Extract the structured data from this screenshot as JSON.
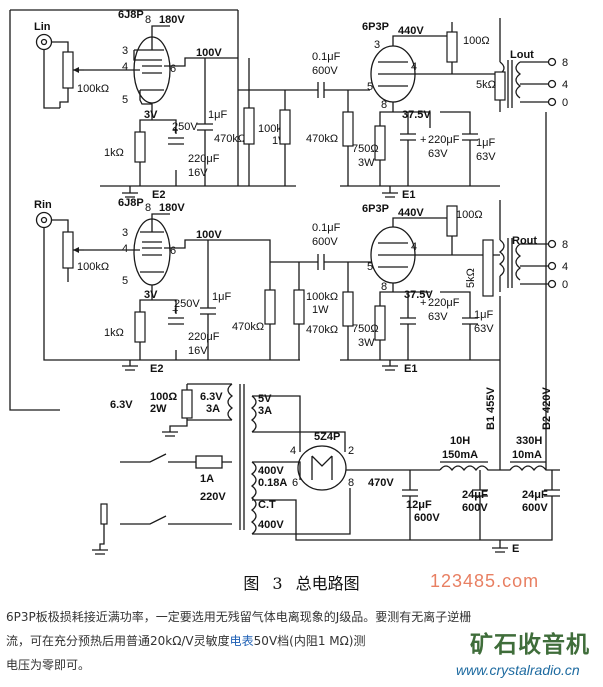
{
  "schematic": {
    "tube_6j8p": "6J8P",
    "tube_6p3p": "6P3P",
    "tube_5z4p": "5Z4P",
    "in_left": "Lin",
    "in_right": "Rin",
    "out_left": "Lout",
    "out_right": "Rout",
    "v180": "180V",
    "v100": "100V",
    "v440": "440V",
    "v37": "37.5V",
    "v3": "3V",
    "v470": "470V",
    "v63": "6.3V",
    "r100k": "100kΩ",
    "r100k1w": "100kΩ",
    "w1": "1W",
    "r470k": "470kΩ",
    "r1k": "1kΩ",
    "r750": "750Ω",
    "w3": "3W",
    "r100": "100Ω",
    "r5k": "5kΩ",
    "c01": "0.1μF",
    "v600": "600V",
    "c1u": "1μF",
    "v250": "250V",
    "c220": "220μF",
    "v16": "16V",
    "v63s": "63V",
    "c12": "12μF",
    "c24": "24μF",
    "tap8": "8",
    "tap4": "4",
    "tap0": "0",
    "gnd_e1": "E1",
    "gnd_e2": "E2",
    "gnd_e": "E",
    "fil_63v": "6.3V",
    "fil_r100": "100Ω",
    "fil_2w": "2W",
    "fil_3a": "3A",
    "v5": "5V",
    "a3": "3A",
    "hv400": "400V",
    "a018": "0.18A",
    "ct": "C.T",
    "hv400b": "400V",
    "fuse": "1A",
    "mains": "220V",
    "l10": "10H",
    "ma150": "150mA",
    "l330": "330H",
    "ma10": "10mA",
    "b1": "B1 455V",
    "b2": "B2 420V"
  },
  "caption": "图 3  总电路图",
  "watermark": "123485.com",
  "logo": {
    "name": "矿石收音机",
    "url": "www.crystalradio.cn"
  },
  "note": {
    "line1": "6P3P板极损耗接近满功率，一定要选用无残留气体电离现象的J级品。要测有无离子逆栅",
    "line2a": "流，可在充分预热后用普通20kΩ/V灵敏度",
    "link": "电表",
    "line2b": "50V档(内阻1 MΩ)测",
    "line3": "电压为零即可。"
  }
}
